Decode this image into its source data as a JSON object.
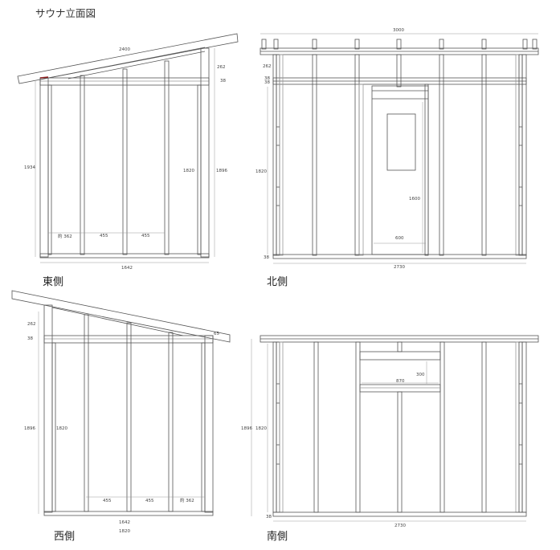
{
  "title": "サウナ立面図",
  "views": {
    "east": {
      "label": "東側",
      "dims": {
        "roof_length": "2400",
        "upper": "262",
        "beam": "38",
        "total_left": "1934",
        "stud": "1820",
        "total_right": "1896",
        "spacing_1": "約 362",
        "spacing_2": "455",
        "spacing_3": "455",
        "width": "1642"
      }
    },
    "north": {
      "label": "北側",
      "dims": {
        "width_top": "3000",
        "upper": "262",
        "beam_1": "38",
        "beam_2": "38",
        "stud": "1820",
        "door_height": "1600",
        "door_width": "600",
        "sill": "38",
        "width": "2730"
      }
    },
    "west": {
      "label": "西側",
      "dims": {
        "upper": "262",
        "beam": "38",
        "overhang": "65",
        "total": "1896",
        "stud": "1820",
        "spacing_1": "455",
        "spacing_2": "455",
        "spacing_3": "約 362",
        "width": "1642",
        "width_2": "1820"
      }
    },
    "south": {
      "label": "南側",
      "dims": {
        "total": "1896",
        "stud": "1820",
        "window_height": "300",
        "window_width": "870",
        "sill": "38",
        "width": "2730"
      }
    }
  },
  "colors": {
    "line": "#555555",
    "light_line": "#999999",
    "accent": "#8b1a1a"
  }
}
